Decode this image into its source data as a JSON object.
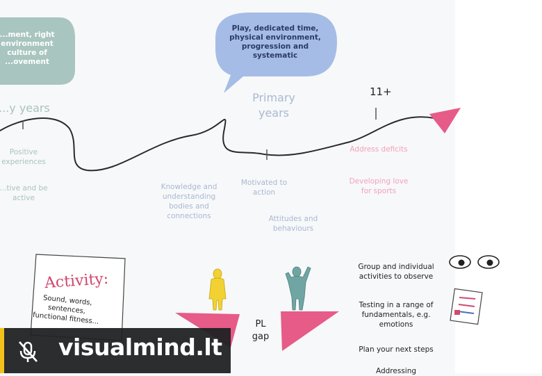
{
  "left_bubble": {
    "text": "...ment, right\nenvironment\nculture of\n...ovement"
  },
  "right_bubble": {
    "text": "Play, dedicated time,\nphysical environment,\nprogression and\nsystematic"
  },
  "stages": {
    "early": "...y years",
    "primary": "Primary\nyears",
    "eleven_plus": "11+"
  },
  "early_notes": {
    "positive": "Positive\nexperiences",
    "active": "...tive and be\nactive"
  },
  "primary_notes": {
    "knowledge": "Knowledge and\nunderstanding\nbodies and\nconnections",
    "motivation": "Motivated to\naction",
    "attitudes": "Attitudes and\nbehaviours"
  },
  "secondary_notes": {
    "deficits": "Address deficits",
    "love": "Developing love\nfor sports"
  },
  "activity_card": {
    "title": "Activity:",
    "body": "Sound, words,\nsentences,\nfunctional fitness..."
  },
  "gap_label": "PL\ngap",
  "right_list": {
    "item1": "Group and individual\nactivities to observe",
    "item2": "Testing in a range of\nfundamentals, e.g.\nemotions",
    "item3": "Plan your next steps",
    "item4": "Addressing"
  },
  "overlay": {
    "brand": "visualmind.lt"
  },
  "colors": {
    "bubble_green": "#a8c5bf",
    "bubble_blue": "#a5bde6",
    "triangle_pink": "#e65b87",
    "figure_yellow": "#f2d233",
    "figure_teal": "#6fa6a3",
    "overlay_accent": "#f2c21a"
  },
  "icons": {
    "eyes": "eyes-icon",
    "clipboard": "checklist-icon",
    "mic": "mic-off-icon"
  }
}
